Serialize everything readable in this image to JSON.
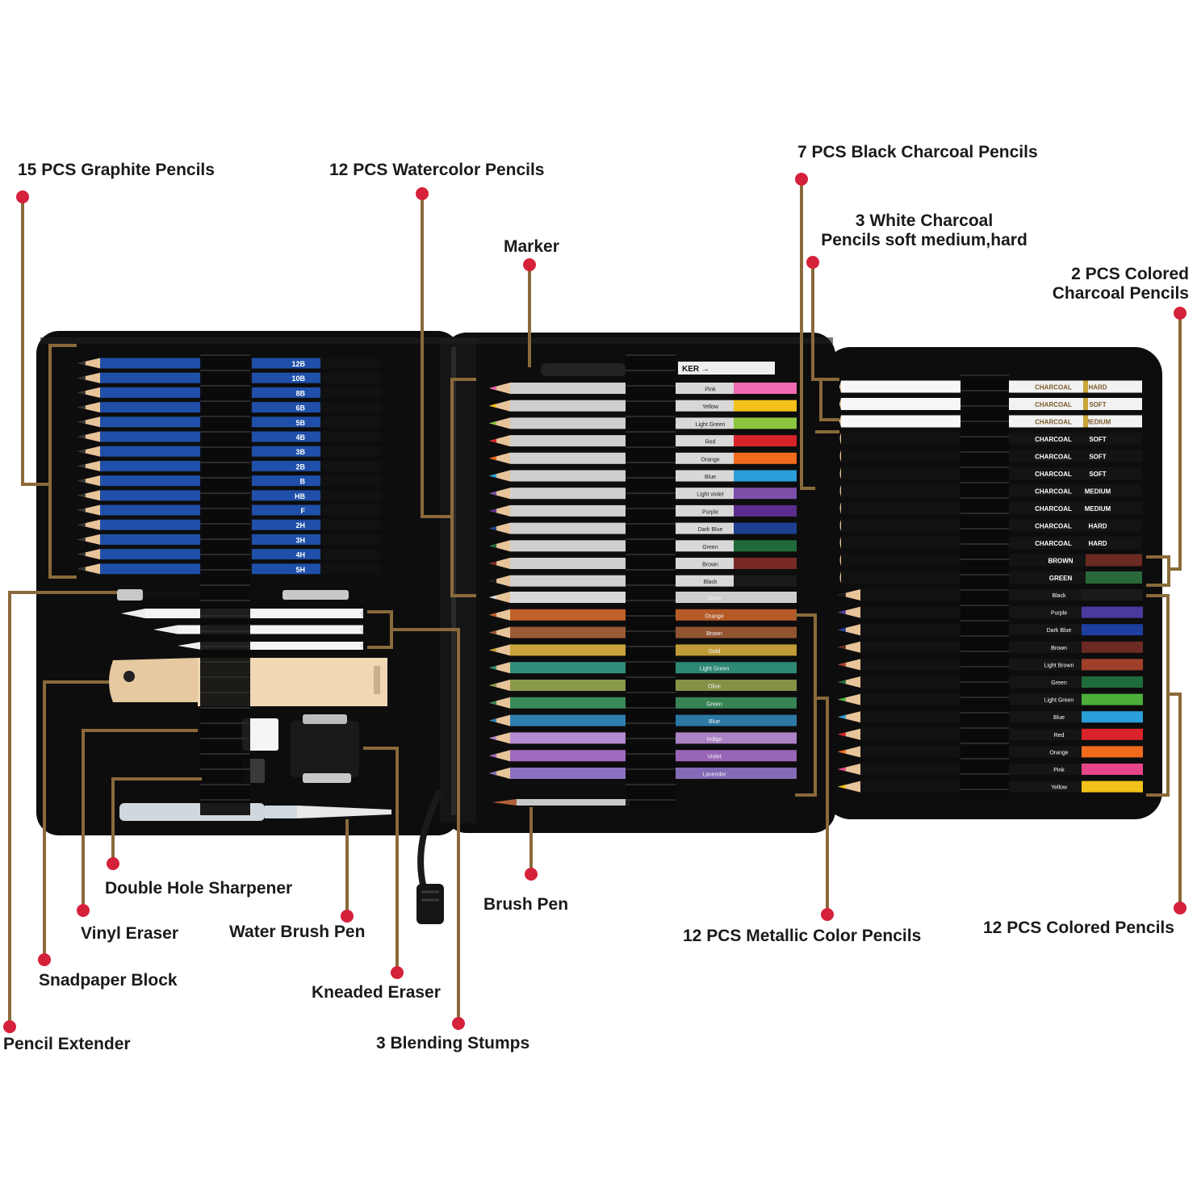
{
  "colors": {
    "leader": "#8a6a3a",
    "dot": "#d5213a",
    "case": "#0d0d0d",
    "graphite_blue": "#1f4fa8"
  },
  "labels": {
    "graphite": "15 PCS Graphite Pencils",
    "watercolor": "12 PCS Watercolor Pencils",
    "marker": "Marker",
    "black_charcoal": "7 PCS Black Charcoal Pencils",
    "white_charcoal_1": "3 White Charcoal",
    "white_charcoal_2": "Pencils soft medium,hard",
    "colored_charcoal_1": "2 PCS Colored",
    "colored_charcoal_2": "Charcoal Pencils",
    "sharpener": "Double Hole Sharpener",
    "vinyl": "Vinyl Eraser",
    "water_brush": "Water Brush Pen",
    "brush_pen": "Brush Pen",
    "metallic": "12 PCS Metallic Color Pencils",
    "colored": "12 PCS Colored Pencils",
    "sandpaper": "Snadpaper Block",
    "kneaded": "Kneaded Eraser",
    "extender": "Pencil Extender",
    "stumps": "3 Blending Stumps"
  },
  "graphite_grades": [
    "12B",
    "10B",
    "8B",
    "6B",
    "5B",
    "4B",
    "3B",
    "2B",
    "B",
    "HB",
    "F",
    "2H",
    "3H",
    "4H",
    "5H"
  ],
  "watercolor": [
    {
      "name": "Pink",
      "color": "#f06ab3"
    },
    {
      "name": "Yellow",
      "color": "#f2c21a"
    },
    {
      "name": "Light Green",
      "color": "#8cc63f"
    },
    {
      "name": "Red",
      "color": "#d8232a"
    },
    {
      "name": "Orange",
      "color": "#f26b1d"
    },
    {
      "name": "Blue",
      "color": "#2b9fd9"
    },
    {
      "name": "Light violet",
      "color": "#7b4fa8"
    },
    {
      "name": "Purple",
      "color": "#5b2d8e"
    },
    {
      "name": "Dark Blue",
      "color": "#1e3f8f"
    },
    {
      "name": "Green",
      "color": "#1f6b3a"
    },
    {
      "name": "Brown",
      "color": "#7a2a26"
    },
    {
      "name": "Black",
      "color": "#1a1a1a"
    }
  ],
  "metallic": [
    {
      "name": "Silver",
      "color": "#d8d8d8"
    },
    {
      "name": "Orange",
      "color": "#c0602a"
    },
    {
      "name": "Brown",
      "color": "#9a5a35"
    },
    {
      "name": "Gold",
      "color": "#c9a43a"
    },
    {
      "name": "Light Green",
      "color": "#2f8f7a"
    },
    {
      "name": "Olive",
      "color": "#8a9a4a"
    },
    {
      "name": "Green",
      "color": "#3a8a5a"
    },
    {
      "name": "Blue",
      "color": "#2f7fae"
    },
    {
      "name": "Indigo",
      "color": "#b48ad0"
    },
    {
      "name": "Violet",
      "color": "#a06ac0"
    },
    {
      "name": "Lavender",
      "color": "#8a70c0"
    }
  ],
  "charcoal": [
    {
      "name": "HARD",
      "kind": "white"
    },
    {
      "name": "SOFT",
      "kind": "white"
    },
    {
      "name": "MEDIUM",
      "kind": "white"
    },
    {
      "name": "SOFT",
      "kind": "black"
    },
    {
      "name": "SOFT",
      "kind": "black"
    },
    {
      "name": "SOFT",
      "kind": "black"
    },
    {
      "name": "MEDIUM",
      "kind": "black"
    },
    {
      "name": "MEDIUM",
      "kind": "black"
    },
    {
      "name": "HARD",
      "kind": "black"
    },
    {
      "name": "HARD",
      "kind": "black"
    },
    {
      "name": "BROWN",
      "kind": "colored",
      "color": "#6b2a22"
    },
    {
      "name": "GREEN",
      "kind": "colored",
      "color": "#2a6a3a"
    }
  ],
  "charcoal_word": "CHARCOAL",
  "colored": [
    {
      "name": "Black",
      "color": "#1a1a1a"
    },
    {
      "name": "Purple",
      "color": "#4a3aa0"
    },
    {
      "name": "Dark Blue",
      "color": "#1e3f9f"
    },
    {
      "name": "Brown",
      "color": "#6b2a22"
    },
    {
      "name": "Light Brown",
      "color": "#a0402a"
    },
    {
      "name": "Green",
      "color": "#1f6b3a"
    },
    {
      "name": "Light Green",
      "color": "#4caf3a"
    },
    {
      "name": "Blue",
      "color": "#2b9fd9"
    },
    {
      "name": "Red",
      "color": "#d8232a"
    },
    {
      "name": "Orange",
      "color": "#f26b1d"
    },
    {
      "name": "Pink",
      "color": "#e8448a"
    },
    {
      "name": "Yellow",
      "color": "#f2c21a"
    }
  ]
}
